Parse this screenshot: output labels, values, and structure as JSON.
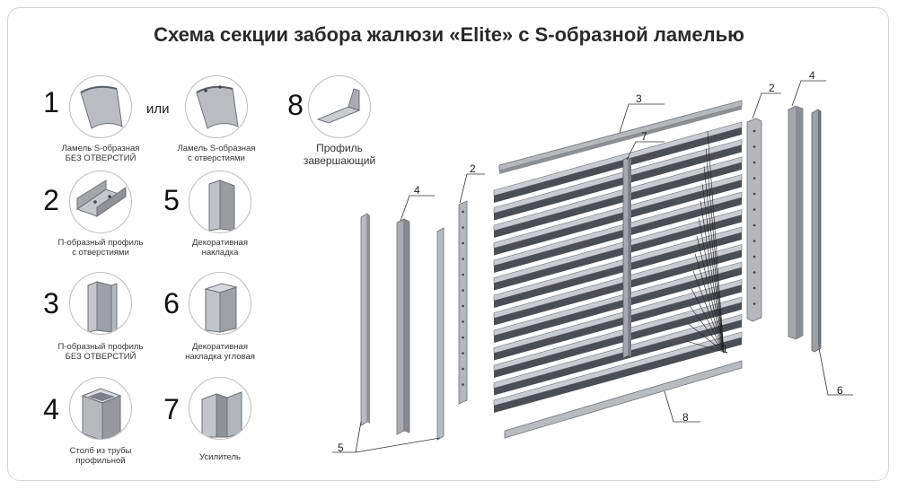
{
  "title": "Схема секции забора жалюзи «Elite» с S-образной ламелью",
  "or_label": "или",
  "legend": [
    {
      "id": "l1a",
      "number": "1",
      "caption": [
        "Ламель S-образная",
        "БЕЗ ОТВЕРСТИЙ"
      ],
      "icon": "s-lamella-icon"
    },
    {
      "id": "l1b",
      "number": "",
      "caption": [
        "Ламель S-образная",
        "с отверстиями"
      ],
      "icon": "s-lamella-holes-icon"
    },
    {
      "id": "l8",
      "number": "8",
      "caption": [
        "Профиль",
        "завершающий"
      ],
      "icon": "finishing-profile-icon"
    },
    {
      "id": "l2",
      "number": "2",
      "caption": [
        "П-образный профиль",
        "с отверстиями"
      ],
      "icon": "u-profile-holes-icon"
    },
    {
      "id": "l5",
      "number": "5",
      "caption": [
        "Декоративная",
        "накладка"
      ],
      "icon": "decor-cover-icon"
    },
    {
      "id": "l3",
      "number": "3",
      "caption": [
        "П-образный профиль",
        "БЕЗ ОТВЕРСТИЙ"
      ],
      "icon": "u-profile-icon"
    },
    {
      "id": "l6",
      "number": "6",
      "caption": [
        "Декоративная",
        "накладка угловая"
      ],
      "icon": "corner-cover-icon"
    },
    {
      "id": "l4",
      "number": "4",
      "caption": [
        "Столб из трубы",
        "профильной"
      ],
      "icon": "square-post-icon"
    },
    {
      "id": "l7",
      "number": "7",
      "caption": [
        "Усилитель"
      ],
      "icon": "reinforcer-icon"
    }
  ],
  "callouts": {
    "c1": "1",
    "c2a": "2",
    "c2b": "2",
    "c3": "3",
    "c4a": "4",
    "c4b": "4",
    "c5": "5",
    "c6": "6",
    "c7": "7",
    "c8": "8"
  },
  "colors": {
    "metal_light": "#c3c6ca",
    "metal_mid": "#9ea2a7",
    "metal_dark": "#555a60",
    "line": "#333333"
  }
}
